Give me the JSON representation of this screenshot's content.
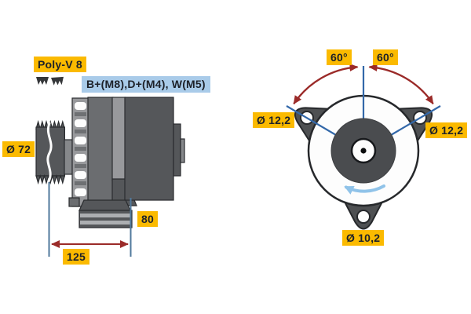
{
  "side_view": {
    "belt_type": "Poly-V 8",
    "terminals": "B+(M8),D+(M4), W(M5)",
    "pulley_diameter": "Ø 72",
    "dim_80": "80",
    "dim_125": "125"
  },
  "rear_view": {
    "angle_left": "60°",
    "angle_right": "60°",
    "dia_left": "Ø 12,2",
    "dia_right": "Ø 12,2",
    "dia_bottom": "Ø 10,2"
  },
  "icons": {
    "belt_profile": "poly-v-belt-profile-icon",
    "rotation": "rotation-direction-arrow-icon",
    "diameter_symbol": "Ø"
  },
  "colors": {
    "label_yellow": "#FBBA00",
    "label_blue_bg": "#A9CBE9",
    "label_text": "#1D2129",
    "dimension_red": "#9B2B29",
    "dimension_blue": "#3368A9",
    "extension_blue": "#51799C",
    "rotation_arrow_blue": "#90C3E9",
    "body_dark": "#55575A",
    "body_mid": "#6B6D70",
    "body_light": "#98999C"
  }
}
